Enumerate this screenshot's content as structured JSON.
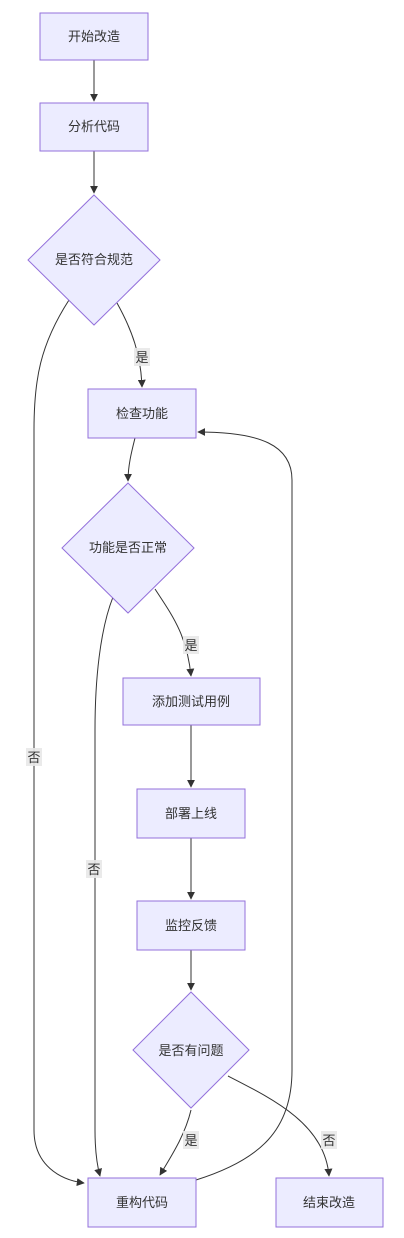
{
  "colors": {
    "node_fill": "#ECECFF",
    "node_stroke": "#9370DB",
    "edge": "#333333",
    "text": "#333333",
    "edge_label_bg": "#e8e8e8"
  },
  "nodes": {
    "start": "开始改造",
    "analyze": "分析代码",
    "compliant": "是否符合规范",
    "check": "检查功能",
    "working": "功能是否正常",
    "tests": "添加测试用例",
    "deploy": "部署上线",
    "monitor": "监控反馈",
    "issues": "是否有问题",
    "refactor": "重构代码",
    "end": "结束改造"
  },
  "edges": {
    "yes": "是",
    "no": "否"
  }
}
